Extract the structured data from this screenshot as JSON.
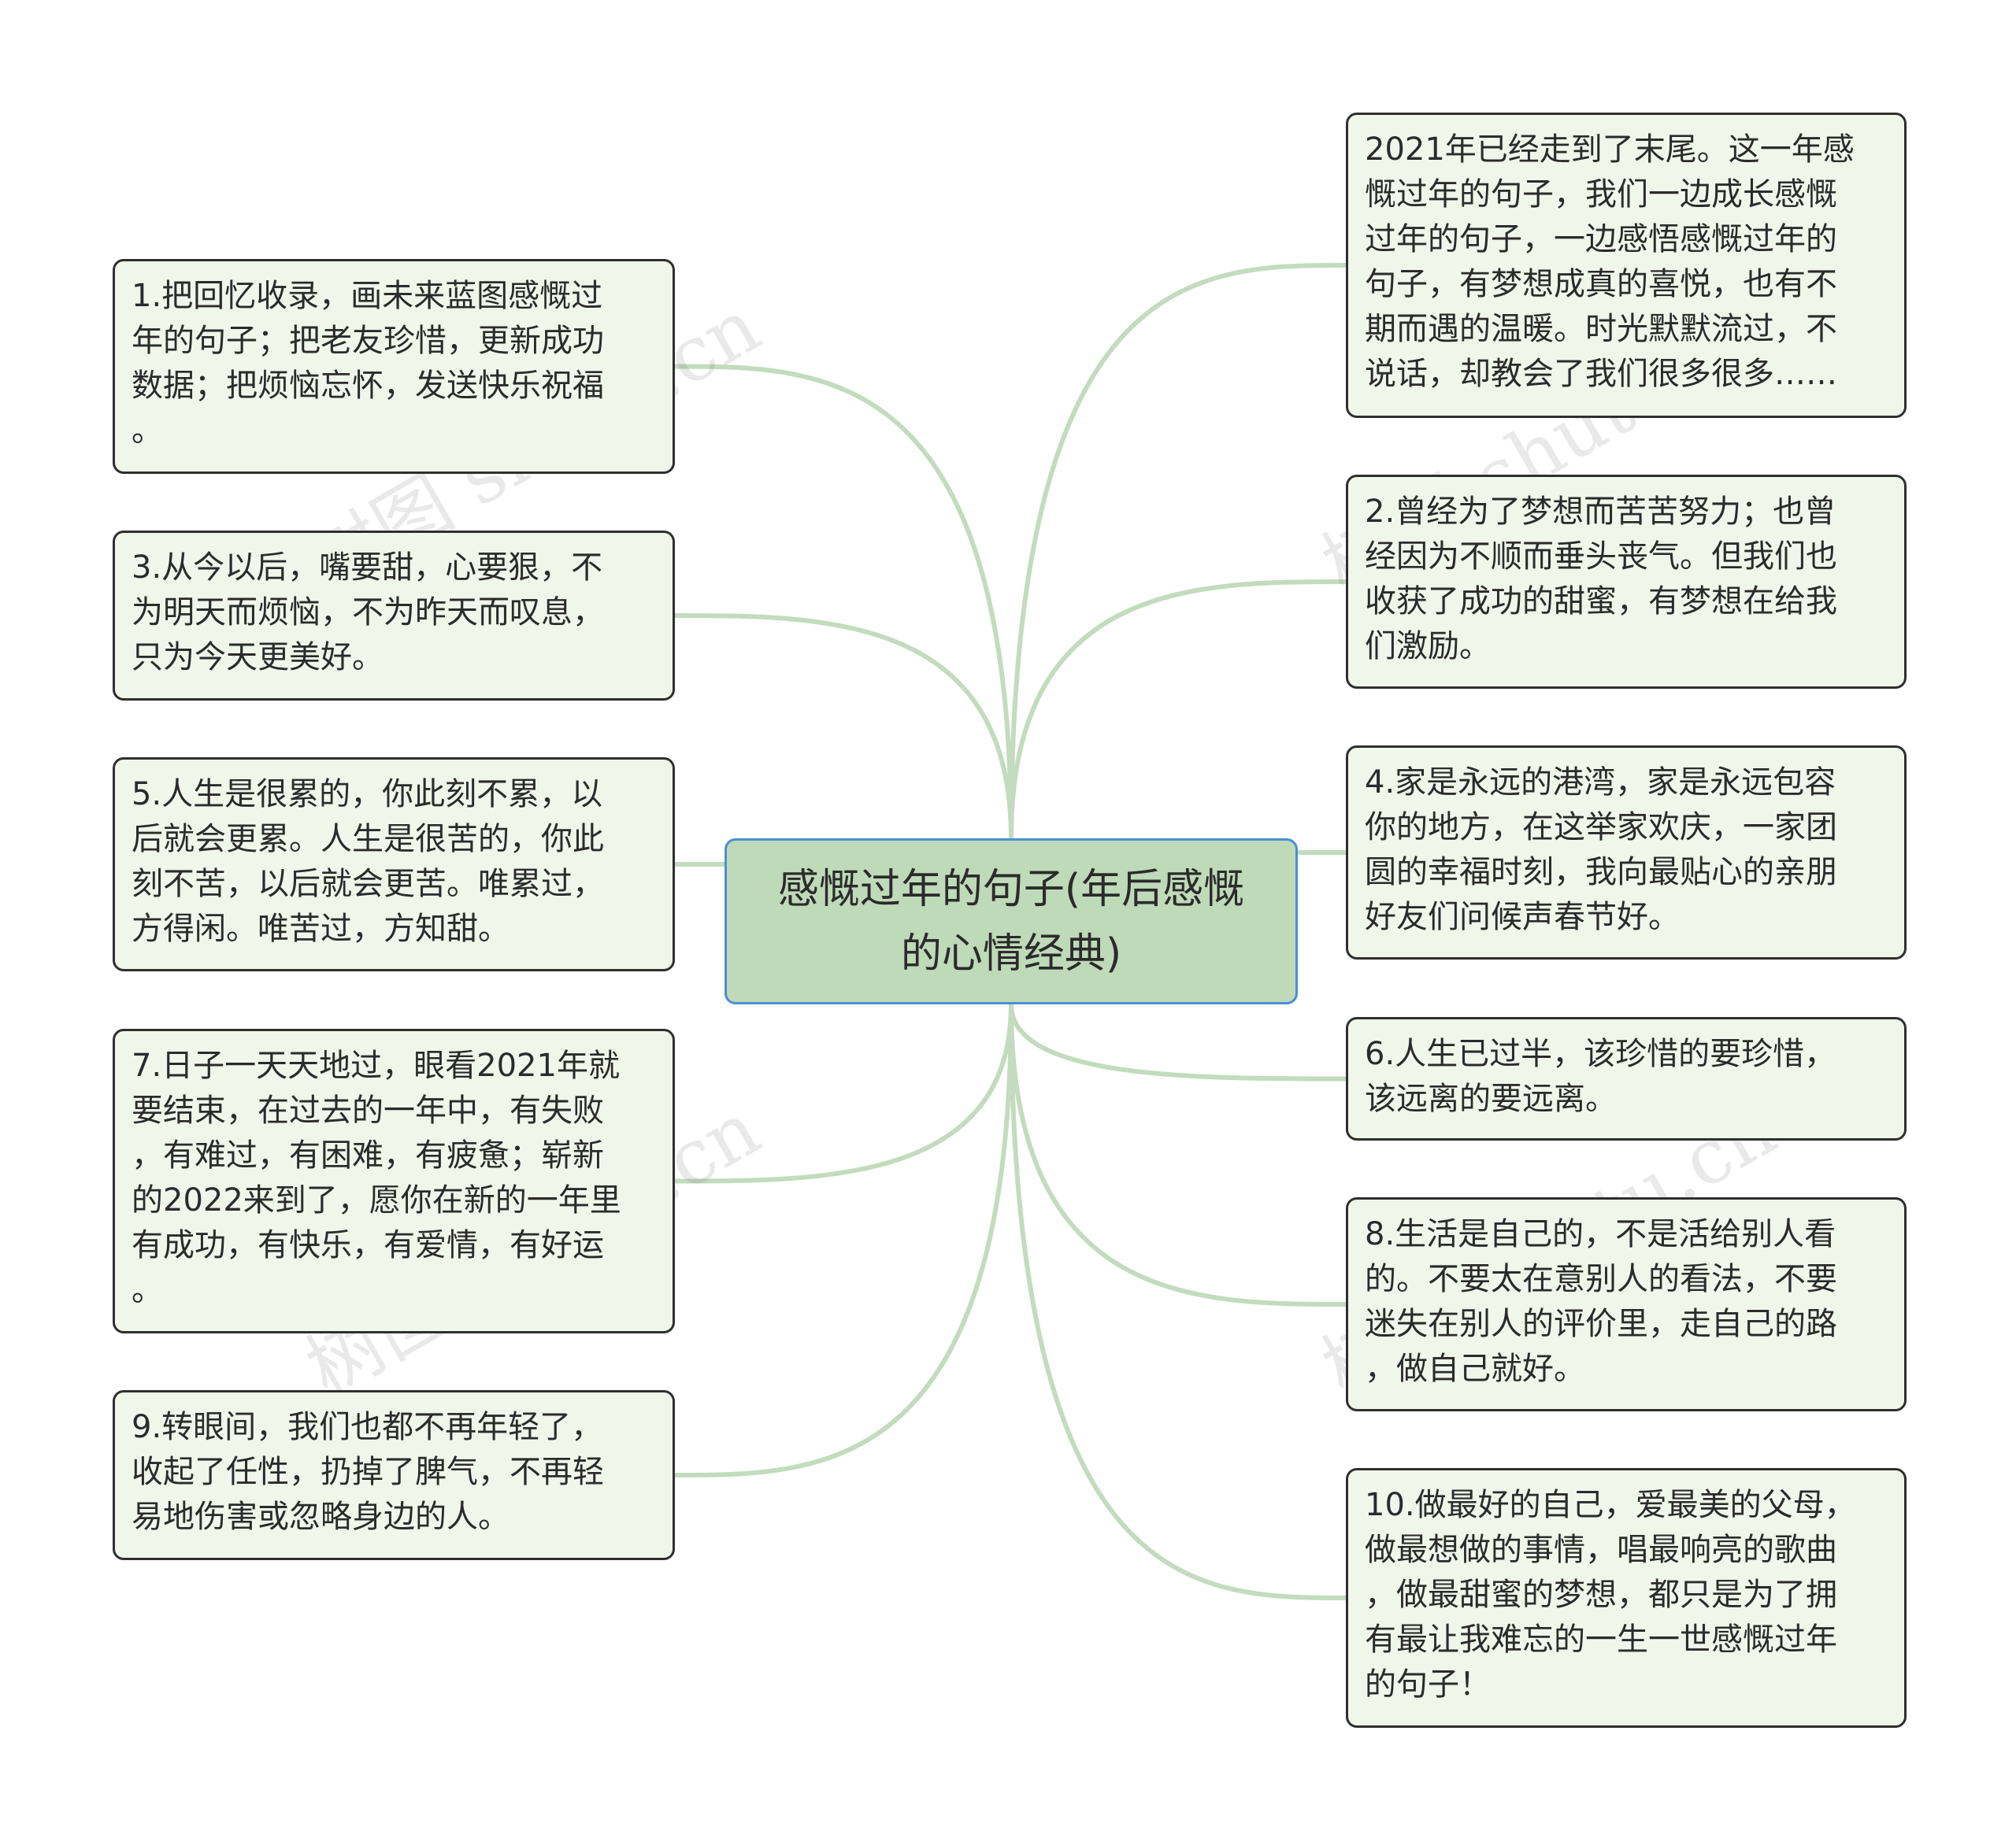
{
  "colors": {
    "link": "#c3dbbe",
    "node_fill": "#f1f6ea",
    "node_border": "#2f2f2f",
    "center_fill": "#bedab8",
    "center_border": "#4a8fd6"
  },
  "watermark": "树图 shutu.cn",
  "center": {
    "label": "感慨过年的句子(年后感慨\n的心情经典)"
  },
  "left_nodes": [
    "1.把回忆收录，画未来蓝图感慨过\n年的句子；把老友珍惜，更新成功\n数据；把烦恼忘怀，发送快乐祝福\n。",
    "3.从今以后，嘴要甜，心要狠，不\n为明天而烦恼，不为昨天而叹息，\n只为今天更美好。",
    "5.人生是很累的，你此刻不累，以\n后就会更累。人生是很苦的，你此\n刻不苦，以后就会更苦。唯累过，\n方得闲。唯苦过，方知甜。",
    "7.日子一天天地过，眼看2021年就\n要结束，在过去的一年中，有失败\n，有难过，有困难，有疲惫；崭新\n的2022来到了，愿你在新的一年里\n有成功，有快乐，有爱情，有好运\n。",
    "9.转眼间，我们也都不再年轻了，\n收起了任性，扔掉了脾气，不再轻\n易地伤害或忽略身边的人。"
  ],
  "right_nodes": [
    "2021年已经走到了末尾。这一年感\n慨过年的句子，我们一边成长感慨\n过年的句子，一边感悟感慨过年的\n句子，有梦想成真的喜悦，也有不\n期而遇的温暖。时光默默流过，不\n说话，却教会了我们很多很多……",
    "2.曾经为了梦想而苦苦努力；也曾\n经因为不顺而垂头丧气。但我们也\n收获了成功的甜蜜，有梦想在给我\n们激励。",
    "4.家是永远的港湾，家是永远包容\n你的地方，在这举家欢庆，一家团\n圆的幸福时刻，我向最贴心的亲朋\n好友们问候声春节好。",
    "6.人生已过半，该珍惜的要珍惜，\n该远离的要远离。",
    "8.生活是自己的，不是活给别人看\n的。不要太在意别人的看法，不要\n迷失在别人的评价里，走自己的路\n，做自己就好。",
    "10.做最好的自己，爱最美的父母，\n做最想做的事情，唱最响亮的歌曲\n，做最甜蜜的梦想，都只是为了拥\n有最让我难忘的一生一世感慨过年\n的句子！"
  ]
}
